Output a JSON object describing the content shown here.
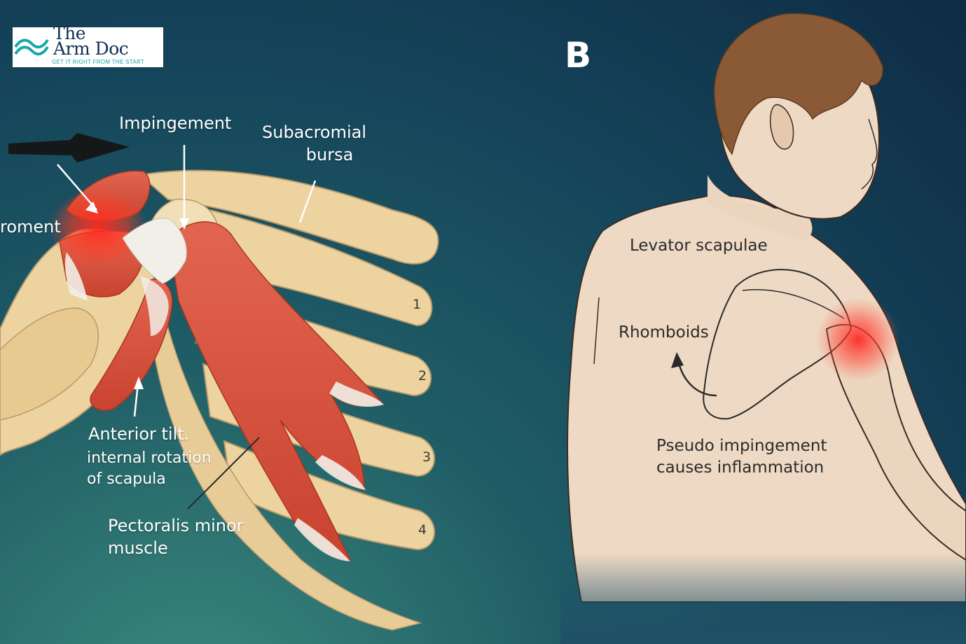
{
  "logo": {
    "name_line1": "The",
    "name_line2": "Arm Doc",
    "tagline": "GET IT RIGHT FROM THE START"
  },
  "panel_a": {
    "labels": {
      "impingement": "Impingement",
      "subacromial_bursa": [
        "Subacromial",
        "bursa"
      ],
      "acromion_partial": "roment",
      "anterior_tilt": "Anterior tilt.",
      "internal_rotation": [
        "internal rotation",
        "of scapula"
      ],
      "pectoralis_minor": [
        "Pectoralis minor",
        "muscle"
      ]
    },
    "rib_numbers": [
      "1",
      "2",
      "3",
      "4"
    ]
  },
  "panel_b": {
    "letter": "B",
    "labels": {
      "levator_scapulae": "Levator scapulae",
      "rhomboids": "Rhomboids",
      "pseudo_impingement": [
        "Pseudo impingement",
        "causes inflammation"
      ]
    }
  },
  "colors": {
    "muscle": "#d9523f",
    "bone": "#ecd3a0",
    "tendon": "#f2efe8",
    "skin": "#eed9c4",
    "hair": "#8a5a36",
    "inflammation": "#e8342c"
  }
}
